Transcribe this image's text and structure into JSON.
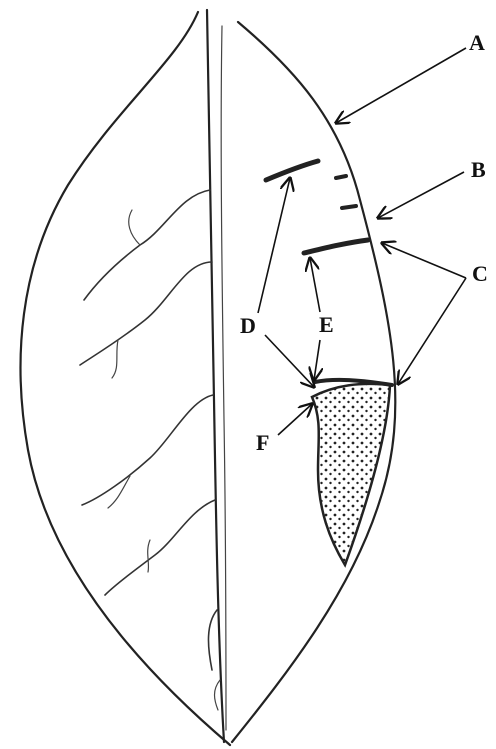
{
  "labels": {
    "a": "A",
    "b": "B",
    "c": "C",
    "d": "D",
    "e": "E",
    "f": "F"
  },
  "colors": {
    "ink": "#222222",
    "background": "#ffffff"
  }
}
